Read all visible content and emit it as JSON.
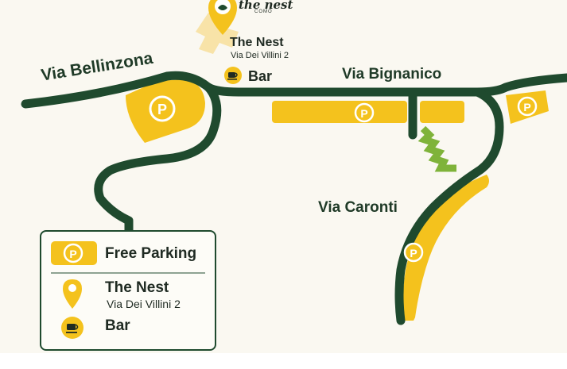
{
  "colors": {
    "road": "#1f4a2e",
    "parking": "#f4c21d",
    "path": "#7fb33a",
    "background": "#faf8f1"
  },
  "map": {
    "streets": {
      "bellinzona": "Via Bellinzona",
      "bignanico": "Via Bignanico",
      "caronti": "Via Caronti"
    },
    "poi": {
      "logo_text": "the nest",
      "logo_subtext": "COMO",
      "name": "The Nest",
      "address": "Via Dei Villini 2",
      "bar_label": "Bar",
      "icon": "location-pin-icon"
    },
    "parking_icon": "parking-icon",
    "parking_letter": "P",
    "bar_icon": "coffee-cup-icon"
  },
  "legend": {
    "free_parking": "Free Parking",
    "parking_letter": "P",
    "nest_name": "The Nest",
    "nest_address": "Via Dei Villini 2",
    "bar": "Bar"
  }
}
